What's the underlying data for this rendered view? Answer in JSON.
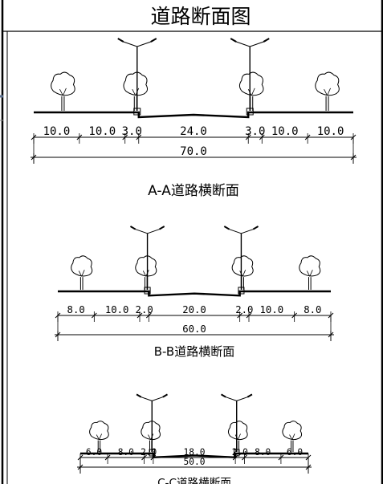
{
  "title": "道路断面图",
  "sections": [
    {
      "caption": "A-A道路横断面",
      "segments": [
        "10.0",
        "10.0",
        "3.0",
        "24.0",
        "3.0",
        "10.0",
        "10.0"
      ],
      "total": "70.0"
    },
    {
      "caption": "B-B道路横断面",
      "segments": [
        "8.0",
        "10.0",
        "2.0",
        "20.0",
        "2.0",
        "10.0",
        "8.0"
      ],
      "total": "60.0"
    },
    {
      "caption": "C-C道路横断面",
      "segments": [
        "6.0",
        "8.0",
        "2.0",
        "18.0",
        "2.0",
        "8.0",
        "6.0"
      ],
      "total": "50.0"
    }
  ],
  "colors": {
    "line": "#000000",
    "background": "#ffffff",
    "edge_accent": "#5a6f8f"
  }
}
